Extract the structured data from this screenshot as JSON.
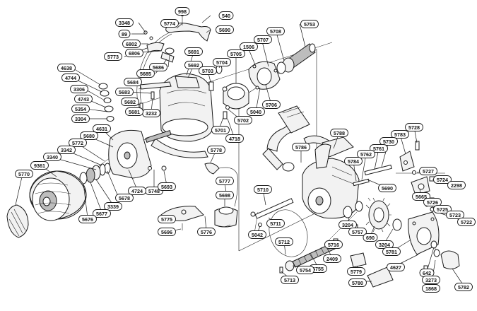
{
  "diagram": {
    "colors": {
      "line": "#1a1a1a",
      "fill": "#f2f2f2",
      "dark": "#bdbdbd",
      "background": "#ffffff"
    },
    "labels": [
      {
        "id": "998",
        "text": "998"
      },
      {
        "id": "540",
        "text": "540"
      },
      {
        "id": "5774",
        "text": "5774"
      },
      {
        "id": "3348",
        "text": "3348"
      },
      {
        "id": "5690a",
        "text": "5690"
      },
      {
        "id": "89",
        "text": "89"
      },
      {
        "id": "6802",
        "text": "6802"
      },
      {
        "id": "6806",
        "text": "6806"
      },
      {
        "id": "5773",
        "text": "5773"
      },
      {
        "id": "5686",
        "text": "5686"
      },
      {
        "id": "5685",
        "text": "5685"
      },
      {
        "id": "5753",
        "text": "5753"
      },
      {
        "id": "5708",
        "text": "5708"
      },
      {
        "id": "5707",
        "text": "5707"
      },
      {
        "id": "1506",
        "text": "1506"
      },
      {
        "id": "5705",
        "text": "5705"
      },
      {
        "id": "5704",
        "text": "5704"
      },
      {
        "id": "5691",
        "text": "5691"
      },
      {
        "id": "5692",
        "text": "5692"
      },
      {
        "id": "5703",
        "text": "5703"
      },
      {
        "id": "4638",
        "text": "4638"
      },
      {
        "id": "4744",
        "text": "4744"
      },
      {
        "id": "3306",
        "text": "3306"
      },
      {
        "id": "5684",
        "text": "5684"
      },
      {
        "id": "5683",
        "text": "5683"
      },
      {
        "id": "4743",
        "text": "4743"
      },
      {
        "id": "5682",
        "text": "5682"
      },
      {
        "id": "3232",
        "text": "3232"
      },
      {
        "id": "5354",
        "text": "5354"
      },
      {
        "id": "5681",
        "text": "5681"
      },
      {
        "id": "3304",
        "text": "3304"
      },
      {
        "id": "4631",
        "text": "4631"
      },
      {
        "id": "5680",
        "text": "5680"
      },
      {
        "id": "5772",
        "text": "5772"
      },
      {
        "id": "3342",
        "text": "3342"
      },
      {
        "id": "3340",
        "text": "3340"
      },
      {
        "id": "9361",
        "text": "9361"
      },
      {
        "id": "5770",
        "text": "5770"
      },
      {
        "id": "5040",
        "text": "5040"
      },
      {
        "id": "5706",
        "text": "5706"
      },
      {
        "id": "5701",
        "text": "5701"
      },
      {
        "id": "5702",
        "text": "5702"
      },
      {
        "id": "4718",
        "text": "4718"
      },
      {
        "id": "5788",
        "text": "5788"
      },
      {
        "id": "5748",
        "text": "5748"
      },
      {
        "id": "5778",
        "text": "5778"
      },
      {
        "id": "5786",
        "text": "5786"
      },
      {
        "id": "5783",
        "text": "5783"
      },
      {
        "id": "5728",
        "text": "5728"
      },
      {
        "id": "5730",
        "text": "5730"
      },
      {
        "id": "5761",
        "text": "5761"
      },
      {
        "id": "5762",
        "text": "5762"
      },
      {
        "id": "5784",
        "text": "5784"
      },
      {
        "id": "5727",
        "text": "5727"
      },
      {
        "id": "5724",
        "text": "5724"
      },
      {
        "id": "2298",
        "text": "2298"
      },
      {
        "id": "5665",
        "text": "5665"
      },
      {
        "id": "5726",
        "text": "5726"
      },
      {
        "id": "5725",
        "text": "5725"
      },
      {
        "id": "5723",
        "text": "5723"
      },
      {
        "id": "5722",
        "text": "5722"
      },
      {
        "id": "5690b",
        "text": "5690"
      },
      {
        "id": "4724",
        "text": "4724"
      },
      {
        "id": "5693",
        "text": "5693"
      },
      {
        "id": "5678",
        "text": "5678"
      },
      {
        "id": "3339",
        "text": "3339"
      },
      {
        "id": "5677",
        "text": "5677"
      },
      {
        "id": "5676",
        "text": "5676"
      },
      {
        "id": "5777",
        "text": "5777"
      },
      {
        "id": "5698",
        "text": "5698"
      },
      {
        "id": "5710",
        "text": "5710"
      },
      {
        "id": "5775",
        "text": "5775"
      },
      {
        "id": "5696",
        "text": "5696"
      },
      {
        "id": "5776",
        "text": "5776"
      },
      {
        "id": "5042",
        "text": "5042"
      },
      {
        "id": "5711",
        "text": "5711"
      },
      {
        "id": "5712",
        "text": "5712"
      },
      {
        "id": "3204a",
        "text": "3204"
      },
      {
        "id": "5757",
        "text": "5757"
      },
      {
        "id": "690",
        "text": "690"
      },
      {
        "id": "3204b",
        "text": "3204"
      },
      {
        "id": "5716",
        "text": "5716"
      },
      {
        "id": "2409",
        "text": "2409"
      },
      {
        "id": "5781",
        "text": "5781"
      },
      {
        "id": "4627",
        "text": "4627"
      },
      {
        "id": "642",
        "text": "642"
      },
      {
        "id": "5755",
        "text": "5755"
      },
      {
        "id": "5754",
        "text": "5754"
      },
      {
        "id": "5779",
        "text": "5779"
      },
      {
        "id": "5713",
        "text": "5713"
      },
      {
        "id": "5780",
        "text": "5780"
      },
      {
        "id": "3273",
        "text": "3273"
      },
      {
        "id": "1868",
        "text": "1868"
      },
      {
        "id": "5782",
        "text": "5782"
      }
    ]
  }
}
